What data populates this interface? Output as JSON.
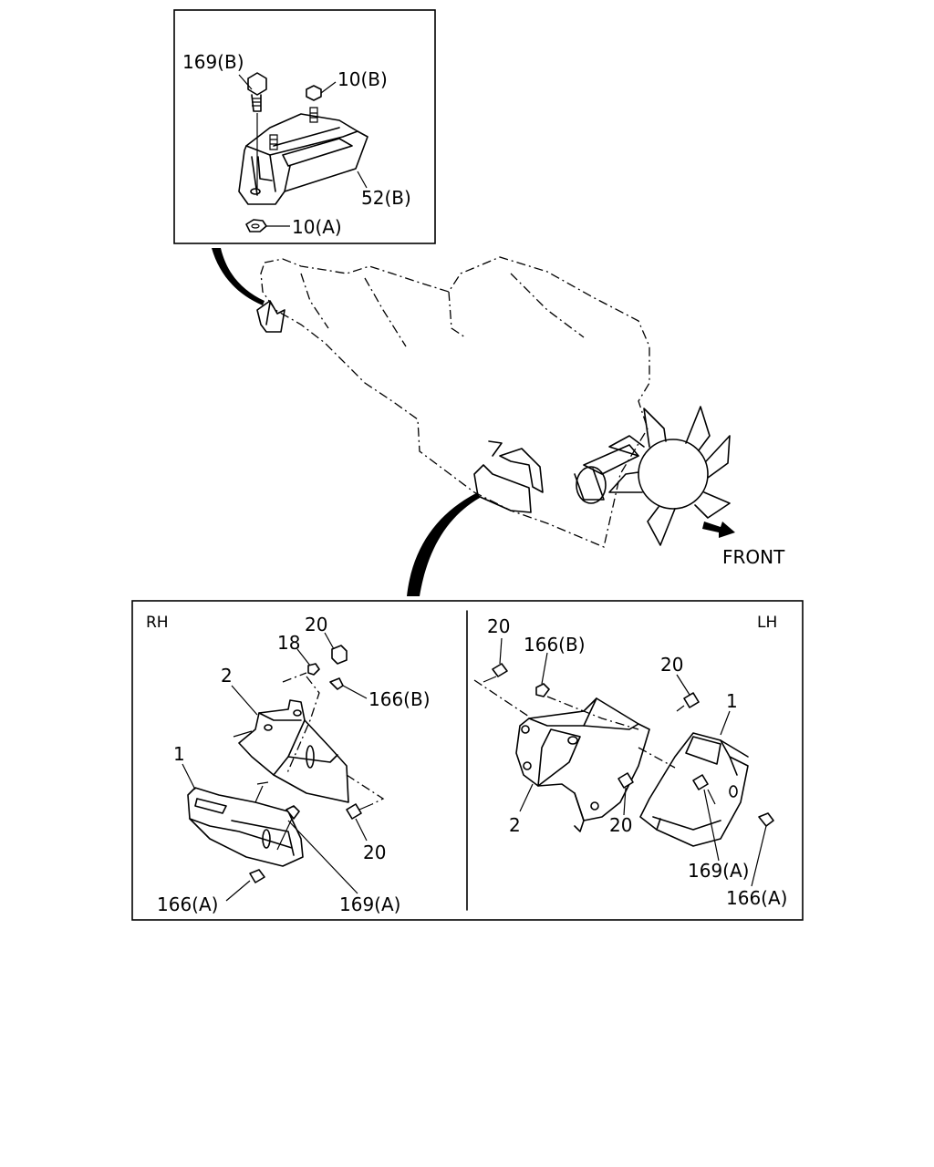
{
  "colors": {
    "ink": "#000000",
    "paper": "#ffffff"
  },
  "top_inset": {
    "labels": {
      "bolt_169b": "169(B)",
      "nut_10b": "10(B)",
      "mount_52b": "52(B)",
      "nut_10a": "10(A)"
    }
  },
  "engine": {
    "front_label": "FRONT"
  },
  "bottom_panel": {
    "rh": {
      "side_label": "RH",
      "labels": {
        "p20_top": "20",
        "p18": "18",
        "p166b": "166(B)",
        "p2": "2",
        "p1": "1",
        "p20_bottom": "20",
        "p166a": "166(A)",
        "p169a": "169(A)"
      }
    },
    "lh": {
      "side_label": "LH",
      "labels": {
        "p20_topleft": "20",
        "p166b": "166(B)",
        "p20_topright": "20",
        "p1": "1",
        "p2": "2",
        "p20_mid": "20",
        "p169a": "169(A)",
        "p166a": "166(A)"
      }
    }
  }
}
